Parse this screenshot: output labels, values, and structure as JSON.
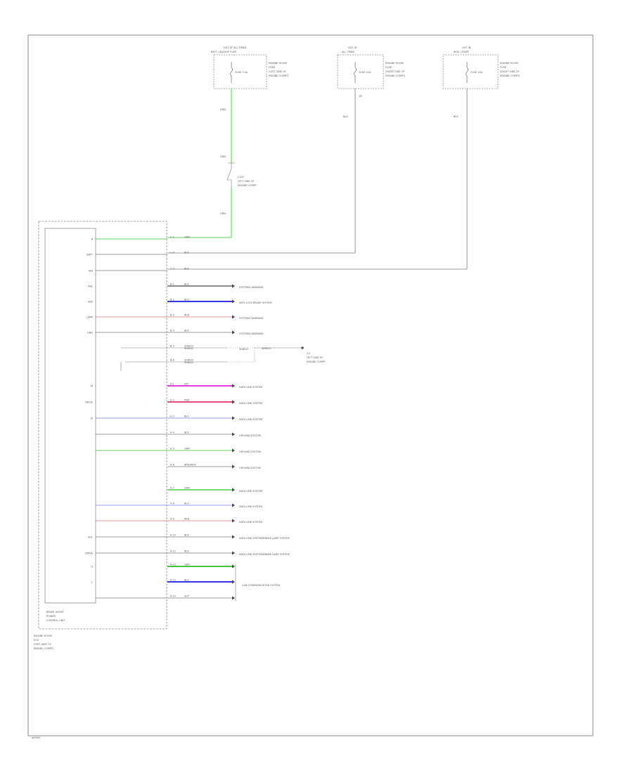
{
  "colors": {
    "frame": "#8a8a8a",
    "wire_default": "#7a7a7a",
    "text": "#555555",
    "wire_green": "#22c322",
    "wire_blue": "#1818e0",
    "wire_pink": "#f06a6a",
    "wire_magenta": "#e020e0",
    "wire_crimson": "#e0306a",
    "wire_lightblue": "#7a7af0"
  },
  "top_components": [
    {
      "header_line1": "HOT AT ALL TIMES",
      "header_line2": "BATT / BACKUP FUSE",
      "fuse_label": "FUSE 7.5A",
      "info_lines": [
        "ENGINE ROOM",
        "FUSE",
        "(LEFT SIDE OF",
        "ENGINE COMPT)"
      ]
    },
    {
      "header_line1": "HOT AT",
      "header_line2": "ALL TIMES",
      "fuse_label": "FUSE 10A",
      "info_lines": [
        "ENGINE ROOM",
        "FUSE",
        "(RIGHT SIDE OF",
        "ENGINE COMPT)"
      ],
      "below_label": "1B"
    },
    {
      "header_line1": "HOT IN",
      "header_line2": "RUN / START",
      "fuse_label": "FUSE 10A",
      "info_lines": [
        "ENGINE ROOM",
        "FUSE",
        "(RIGHT SIDE OF",
        "ENGINE COMPT)"
      ]
    }
  ],
  "wire_labels_top": {
    "green_1": "GRN",
    "green_2": "GRN",
    "green_3": "GRN",
    "w2": "BLK",
    "w3": "BLK"
  },
  "connector_inline": {
    "label": "C101",
    "lines": [
      "LEFT SIDE OF",
      "ENGINE COMPT"
    ]
  },
  "module": {
    "lines": [
      "BRAKE ASSIST",
      "POWER",
      "CONTROL UNIT"
    ]
  },
  "module_location": [
    "ENGINE ROOM",
    "ECU",
    "(LEFT SIDE OF",
    "ENGINE COMPT)"
  ],
  "pins": [
    {
      "label": "B",
      "cavity": "C-1",
      "color": "GRN"
    },
    {
      "label": "BATT",
      "cavity": "C-3",
      "color": "BLK"
    },
    {
      "label": "IGN",
      "cavity": "C-5",
      "color": "BLK"
    },
    {
      "label": "FAIL",
      "cavity": "B-1",
      "color": "BLK",
      "dest": "SYSTEMS WARNING"
    },
    {
      "label": "ABS",
      "cavity": "B-2",
      "color": "BLU",
      "dest": "ANTI-LOCK BRAKE SYSTEM"
    },
    {
      "label": "LAMP",
      "cavity": "B-3",
      "color": "RED",
      "dest": "SYSTEMS WARNING"
    },
    {
      "label": "GND",
      "cavity": "B-4",
      "color": "BLK",
      "dest": "SYSTEMS WARNING"
    },
    {
      "label": "",
      "cavity": "B-5",
      "color": "SHIELD",
      "dest": "SHIELD"
    },
    {
      "label": "",
      "cavity": "B-6",
      "color": "SHIELD",
      "dest": ""
    },
    {
      "label": "M",
      "cavity": "A-1",
      "color": "VIO",
      "dest": "DATA LINK SYSTEM"
    },
    {
      "label": "DRIVE",
      "cavity": "A-2",
      "color": "PNK",
      "dest": "DATA LINK SYSTEM"
    },
    {
      "label": "SI",
      "cavity": "A-3",
      "color": "BLU",
      "dest": "DATA LINK SYSTEM"
    },
    {
      "label": "",
      "cavity": "A-4",
      "color": "BLK",
      "dest": "GROUND SYSTEM"
    },
    {
      "label": "",
      "cavity": "A-5",
      "color": "GRN",
      "dest": "GROUND SYSTEM"
    },
    {
      "label": "",
      "cavity": "A-6",
      "color": "BRN/WHT",
      "dest": "GROUND SYSTEM"
    },
    {
      "label": "",
      "cavity": "A-7",
      "color": "GRN",
      "dest": "DATA LINK SYSTEM"
    },
    {
      "label": "",
      "cavity": "A-8",
      "color": "BLU",
      "dest": "DATA LINK SYSTEM"
    },
    {
      "label": "",
      "cavity": "A-9",
      "color": "RED",
      "dest": "DATA LINK SYSTEM"
    },
    {
      "label": "SOL",
      "cavity": "A-10",
      "color": "BLK",
      "dest": "DATA LINK SYSTEM/BRAKE LAMP SYSTEM"
    },
    {
      "label": "DRIVE",
      "cavity": "A-11",
      "color": "BLK",
      "dest": "DATA LINK SYSTEM/BRAKE LAMP SYSTEM"
    },
    {
      "label": "H",
      "cavity": "A-12",
      "color": "GRN",
      "dest": ""
    },
    {
      "label": "L",
      "cavity": "A-13",
      "color": "BLU",
      "dest": ""
    },
    {
      "label": "",
      "cavity": "A-14",
      "color": "SHT",
      "dest": ""
    }
  ],
  "shield_labels": {
    "a": "SHIELD",
    "b": "SHIELD",
    "c": "SHIELD"
  },
  "shield_ground": {
    "label": "G2",
    "lines": [
      "LEFT SIDE OF",
      "ENGINE COMPT"
    ]
  },
  "can_dest": "CAN COMMUNICATION SYSTEM",
  "footer": "W0000"
}
